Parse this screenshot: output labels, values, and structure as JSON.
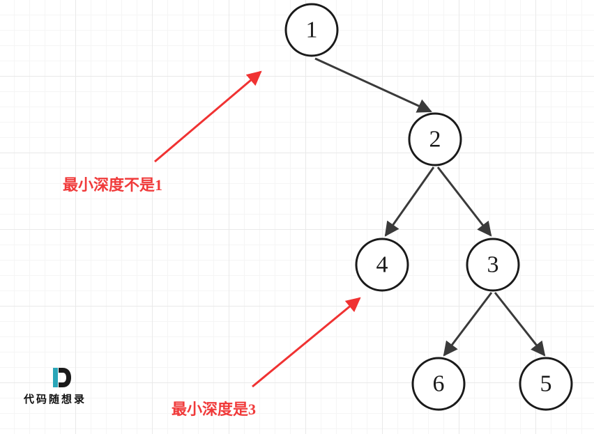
{
  "tree": {
    "nodes": [
      {
        "id": "n1",
        "label": "1"
      },
      {
        "id": "n2",
        "label": "2"
      },
      {
        "id": "n4",
        "label": "4"
      },
      {
        "id": "n3",
        "label": "3"
      },
      {
        "id": "n6",
        "label": "6"
      },
      {
        "id": "n5",
        "label": "5"
      }
    ],
    "edges": [
      {
        "from": "n1",
        "to": "n2"
      },
      {
        "from": "n2",
        "to": "n4"
      },
      {
        "from": "n2",
        "to": "n3"
      },
      {
        "from": "n3",
        "to": "n6"
      },
      {
        "from": "n3",
        "to": "n5"
      }
    ]
  },
  "annotations": {
    "min_depth_not_1": "最小深度不是1",
    "min_depth_is_3": "最小深度是3"
  },
  "logo": {
    "text": "代码随想录"
  },
  "colors": {
    "annotation": "#f03232",
    "node_stroke": "#1a1a1a",
    "edge": "#3a3a3a",
    "logo_accent": "#2aa6b8"
  }
}
